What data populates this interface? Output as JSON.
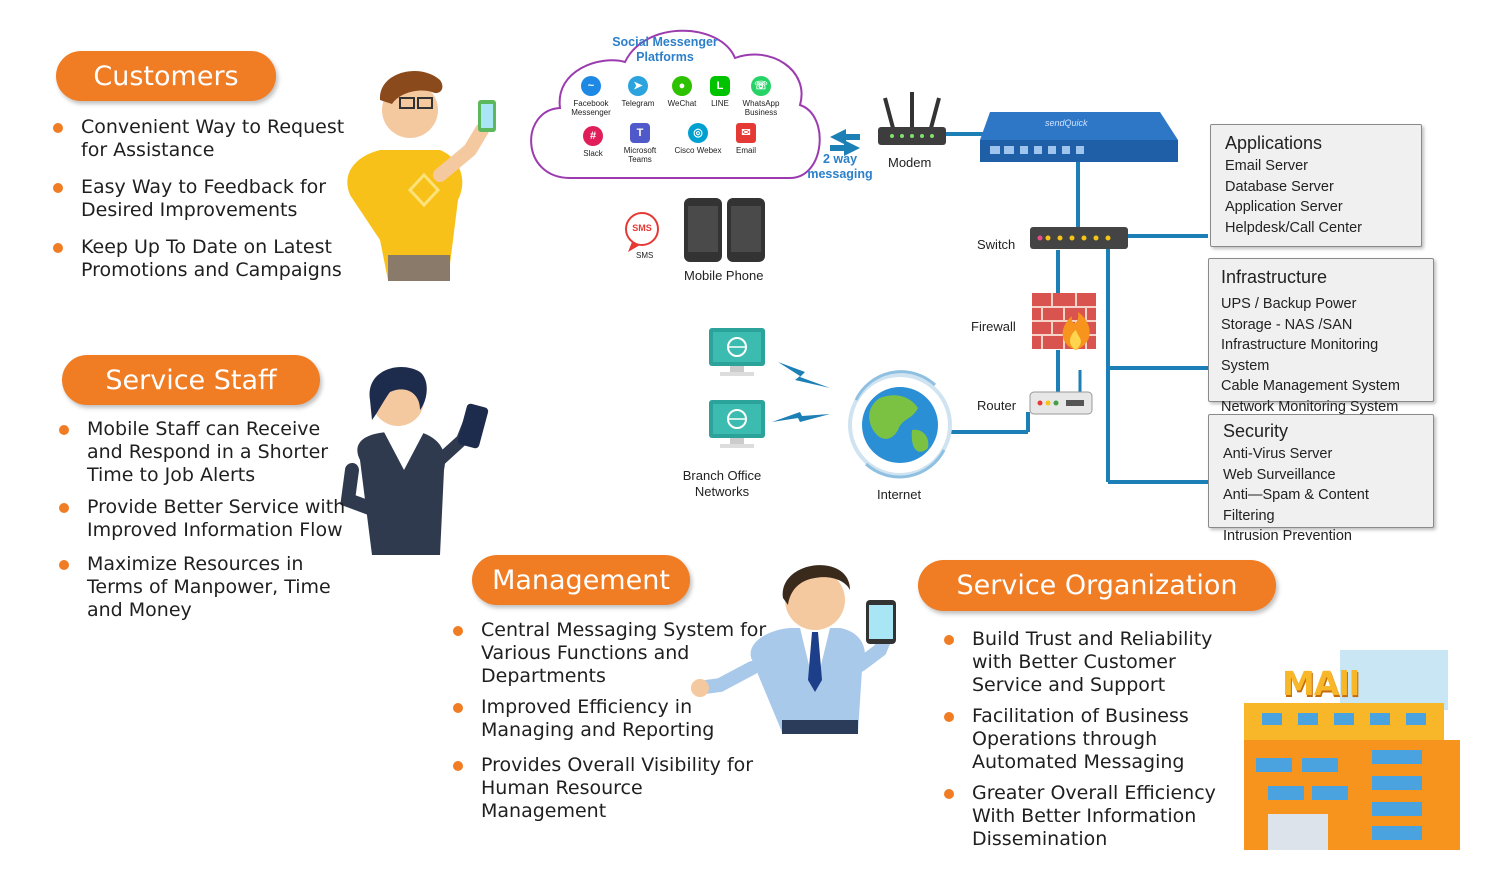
{
  "customers": {
    "title": "Customers",
    "bullets": [
      "Convenient Way to Request for Assistance",
      "Easy Way to Feedback for Desired Improvements",
      "Keep Up To Date on Latest Promotions and Campaigns"
    ]
  },
  "service_staff": {
    "title": "Service Staff",
    "bullets": [
      "Mobile Staff can Receive and Respond in a Shorter Time to Job Alerts",
      "Provide Better Service with Improved Information Flow",
      "Maximize Resources in Terms of Manpower, Time and Money"
    ]
  },
  "management": {
    "title": "Management",
    "bullets": [
      "Central Messaging System for Various Functions and Departments",
      "Improved Efficiency in Managing and Reporting",
      "Provides Overall Visibility for Human Resource Management"
    ]
  },
  "service_org": {
    "title": "Service Organization",
    "bullets": [
      "Build Trust and Reliability with Better Customer Service and Support",
      "Facilitation of Business Operations through Automated Messaging",
      "Greater Overall Efficiency With Better Information Dissemination"
    ]
  },
  "cloud": {
    "title": "Social Messenger Platforms",
    "apps": [
      {
        "label": "Facebook Messenger",
        "color": "#1e88e5",
        "glyph": "~"
      },
      {
        "label": "Telegram",
        "color": "#2aa3de",
        "glyph": "➤"
      },
      {
        "label": "WeChat",
        "color": "#2dc100",
        "glyph": "●"
      },
      {
        "label": "LINE",
        "color": "#00c300",
        "glyph": "L"
      },
      {
        "label": "WhatsApp Business",
        "color": "#25d366",
        "glyph": "☏"
      },
      {
        "label": "Slack",
        "color": "#e01e5a",
        "glyph": "#"
      },
      {
        "label": "Microsoft Teams",
        "color": "#5059c9",
        "glyph": "T"
      },
      {
        "label": "Cisco Webex",
        "color": "#00a0d1",
        "glyph": "◎"
      },
      {
        "label": "Email",
        "color": "#e53935",
        "glyph": "✉"
      }
    ]
  },
  "network": {
    "two_way": "2 way messaging",
    "modem": "Modem",
    "sms": "SMS",
    "sms_badge": "SMS",
    "mobile_phone": "Mobile Phone",
    "switch": "Switch",
    "firewall": "Firewall",
    "router": "Router",
    "internet": "Internet",
    "branch": "Branch Office Networks",
    "device_brand": "sendQuick",
    "line_color": "#1c7fb5",
    "accent": "#f07c24"
  },
  "boxes": {
    "applications": {
      "title": "Applications",
      "items": [
        "Email Server",
        "Database Server",
        "Application Server",
        "Helpdesk/Call Center"
      ]
    },
    "infrastructure": {
      "title": "Infrastructure",
      "items": [
        "UPS / Backup Power",
        "Storage - NAS /SAN",
        "Infrastructure Monitoring System",
        "Cable Management System",
        "Network Monitoring System"
      ]
    },
    "security": {
      "title": "Security",
      "items": [
        "Anti-Virus Server",
        "Web Surveillance",
        "Anti—Spam & Content Filtering",
        "Intrusion Prevention"
      ]
    }
  },
  "building_sign": "MAll"
}
